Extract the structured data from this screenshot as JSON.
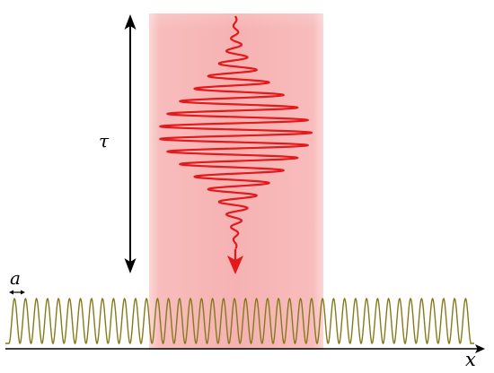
{
  "labels": {
    "tau": "τ",
    "period": "a",
    "axis": "x"
  },
  "colors": {
    "beam": "#f8b6b6",
    "pulse": "#e3191c",
    "lattice": "#857a1b",
    "ink": "#000000"
  },
  "icons": {
    "pulse_arrow": "arrow-down-icon",
    "duration_arrow": "double-headed-arrow-icon",
    "period_arrow": "double-headed-arrow-icon",
    "axis_arrow": "arrow-right-icon"
  }
}
